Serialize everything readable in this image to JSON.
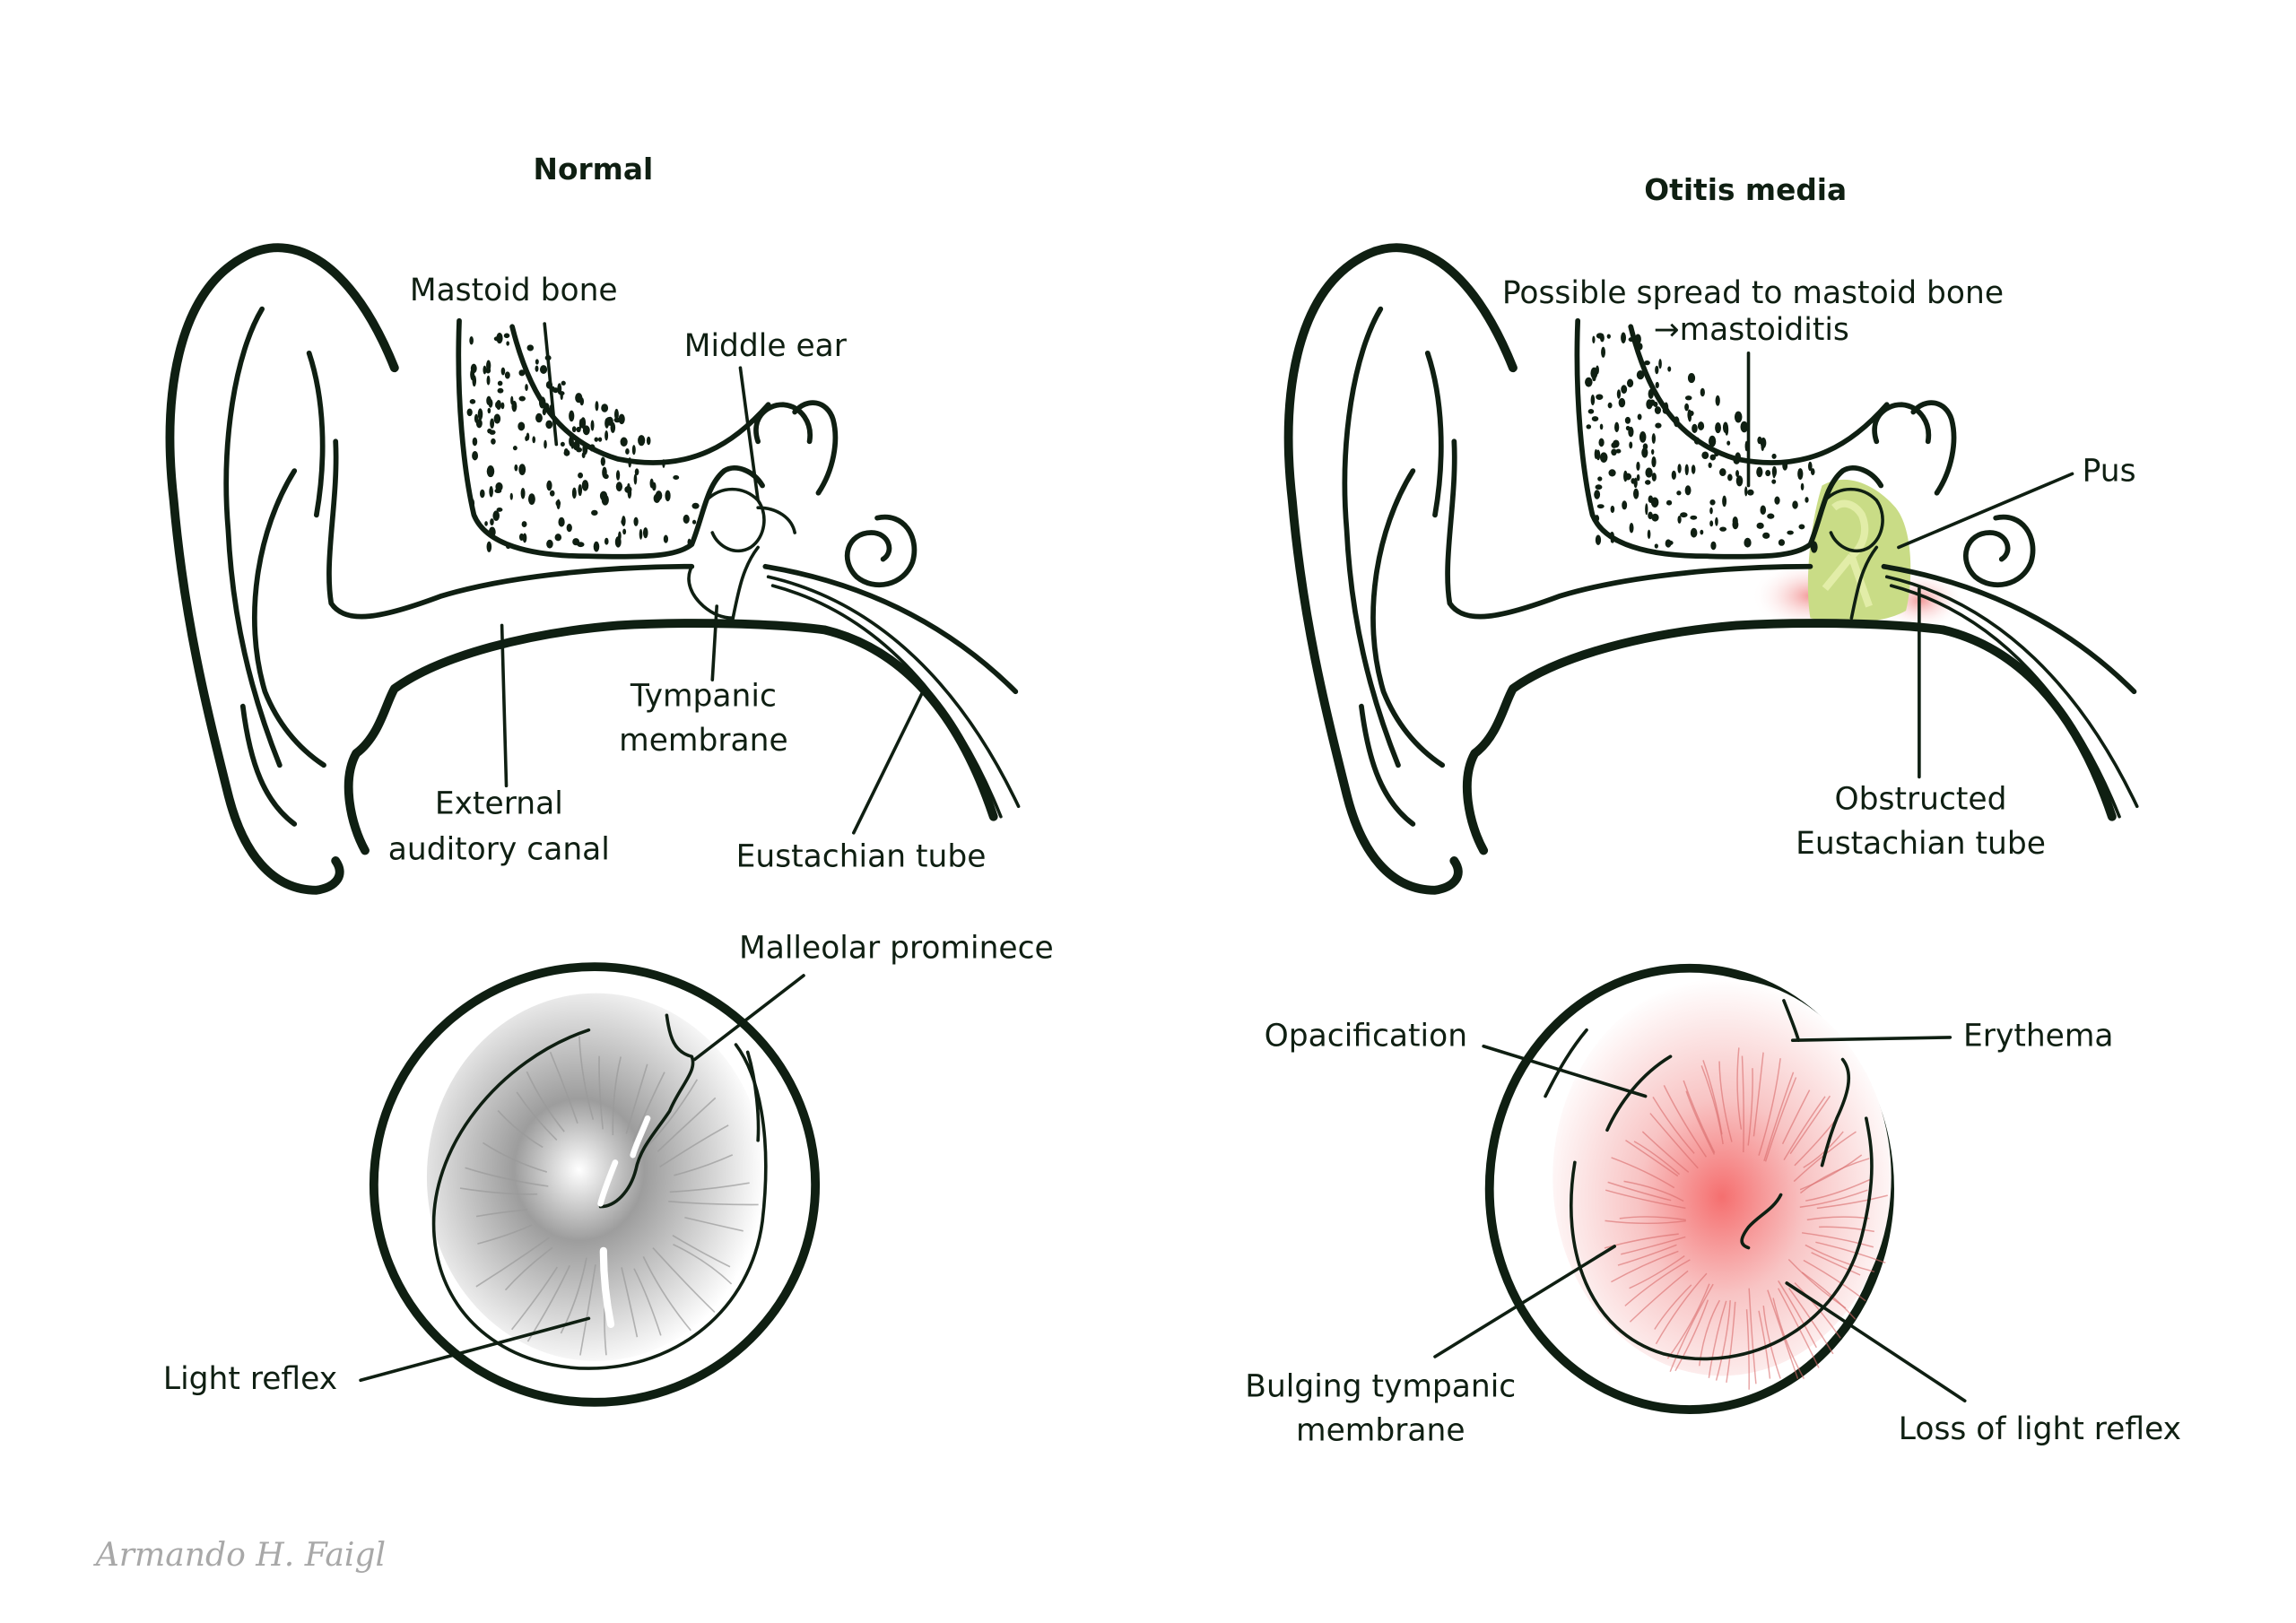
{
  "panels": {
    "normal": {
      "title": "Normal",
      "labels": {
        "mastoid_bone": "Mastoid bone",
        "middle_ear": "Middle ear",
        "tympanic_membrane_line1": "Tympanic",
        "tympanic_membrane_line2": "membrane",
        "external_canal_line1": "External",
        "external_canal_line2": "auditory canal",
        "eustachian_tube": "Eustachian tube",
        "malleolar_prominence": "Malleolar prominece",
        "light_reflex": "Light reflex"
      }
    },
    "otitis": {
      "title": "Otitis  media",
      "labels": {
        "mastoid_spread_line1": "Possible spread to mastoid bone",
        "mastoid_spread_line2": "→mastoiditis",
        "pus": "Pus",
        "obstructed_tube_line1": "Obstructed",
        "obstructed_tube_line2": "Eustachian tube",
        "opacification": "Opacification",
        "erythema": "Erythema",
        "bulging_line1": "Bulging tympanic",
        "bulging_line2": "membrane",
        "loss_light_reflex": "Loss of light reflex"
      }
    }
  },
  "signature": "Armando H.  Faigl",
  "colors": {
    "ink": "#0f1f12",
    "pus": "#c9dc86",
    "pus_light": "#e2eda8",
    "inflammation": "#f4a3a3",
    "erythema": "#f6b8b8",
    "drum_gray": "#a9a9a9",
    "signature": "#a8a8a8"
  }
}
